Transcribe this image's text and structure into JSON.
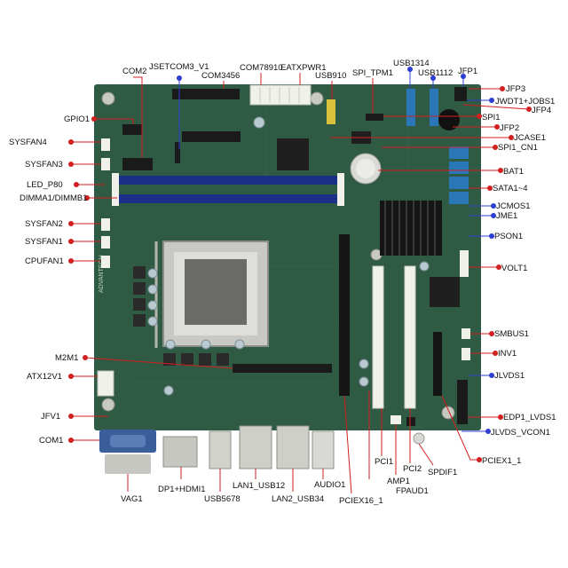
{
  "colors": {
    "pcb": "#2f5a44",
    "pcb_dark": "#21432f",
    "label_line_red": "#d21f1f",
    "label_line_blue": "#2d3fd0",
    "dimm_blue": "#1b2f86",
    "slot_white": "#f1f1ec",
    "connector_black": "#1a1a1a",
    "sata_blue": "#2a77b8",
    "com_port_blue": "#3a5e9a"
  },
  "labels": {
    "com2": "COM2",
    "jsetcom3_v1": "JSETCOM3_V1",
    "com3456": "COM3456",
    "com78910": "COM78910",
    "eatxpwr1": "EATXPWR1",
    "usb910": "USB910",
    "spi_tpm1": "SPI_TPM1",
    "usb1314": "USB1314",
    "usb1112": "USB1112",
    "jfp1": "JFP1",
    "jfp3": "JFP3",
    "jwdt1_jobs1": "JWDT1+JOBS1",
    "jfp4": "JFP4",
    "spi1": "SPI1",
    "jfp2": "JFP2",
    "jcase1": "JCASE1",
    "spi1_cn1": "SPI1_CN1",
    "bat1": "BAT1",
    "sata1_4": "SATA1~4",
    "jcmos1": "JCMOS1",
    "jme1": "JME1",
    "pson1": "PSON1",
    "volt1": "VOLT1",
    "smbus1": "SMBUS1",
    "inv1": "INV1",
    "jlvds1": "JLVDS1",
    "edp1_lvds1": "EDP1_LVDS1",
    "jlvds_vcon1": "JLVDS_VCON1",
    "pciex1_1": "PCIEX1_1",
    "spdif1": "SPDIF1",
    "pci2": "PCI2",
    "amp1": "AMP1",
    "pci1": "PCI1",
    "fpaud1": "FPAUD1",
    "audio1": "AUDIO1",
    "pciex16_1": "PCIEX16_1",
    "lan2_usb34": "LAN2_USB34",
    "lan1_usb12": "LAN1_USB12",
    "usb5678": "USB5678",
    "dp1_hdmi1": "DP1+HDMI1",
    "vag1": "VAG1",
    "com1": "COM1",
    "jfv1": "JFV1",
    "atx12v1": "ATX12V1",
    "m2m1": "M2M1",
    "cpufan1": "CPUFAN1",
    "sysfan1": "SYSFAN1",
    "sysfan2": "SYSFAN2",
    "dimma1_dimmb1": "DIMMA1/DIMMB1",
    "led_p80": "LED_P80",
    "sysfan3": "SYSFAN3",
    "sysfan4": "SYSFAN4",
    "gpio1": "GPIO1"
  },
  "board_text": {
    "brand_vertical": "ADVANTECH"
  }
}
